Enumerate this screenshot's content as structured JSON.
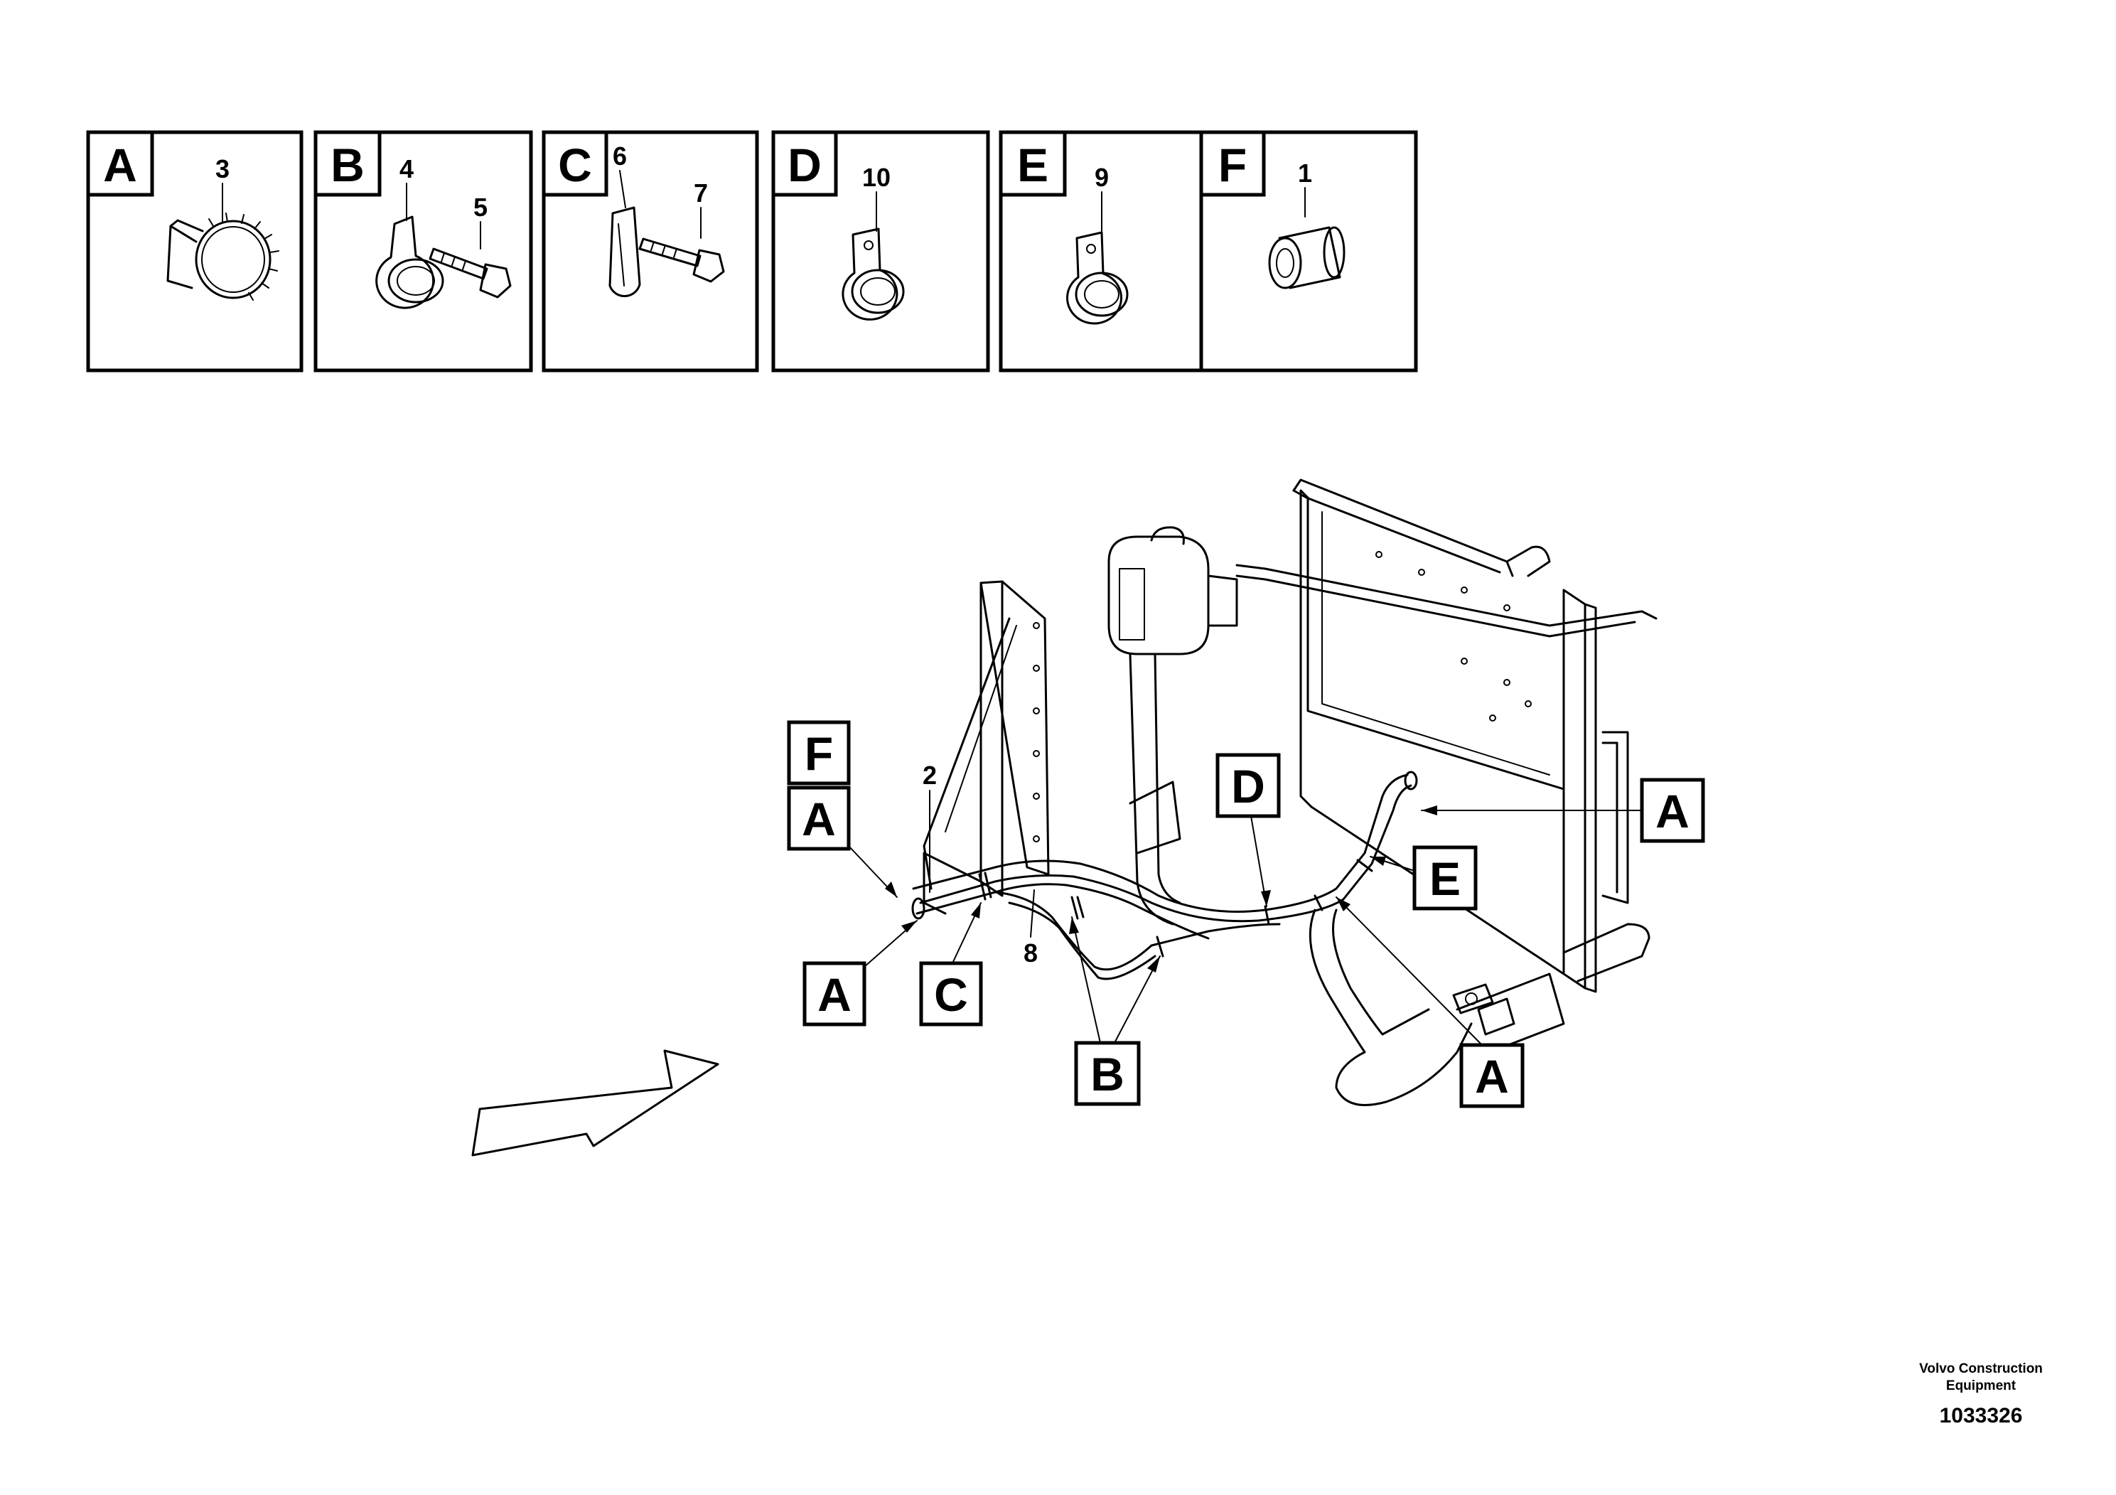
{
  "details": [
    {
      "letter": "A",
      "parts": [
        "3"
      ]
    },
    {
      "letter": "B",
      "parts": [
        "4",
        "5"
      ]
    },
    {
      "letter": "C",
      "parts": [
        "6",
        "7"
      ]
    },
    {
      "letter": "D",
      "parts": [
        "10"
      ]
    },
    {
      "letter": "E",
      "parts": [
        "9"
      ]
    },
    {
      "letter": "F",
      "parts": [
        "1"
      ]
    }
  ],
  "callouts": [
    "F",
    "A",
    "A",
    "C",
    "B",
    "D",
    "E",
    "A",
    "A"
  ],
  "part_labels": [
    "2",
    "8"
  ],
  "footer": {
    "company_line1": "Volvo Construction",
    "company_line2": "Equipment",
    "doc_number": "1033326"
  }
}
